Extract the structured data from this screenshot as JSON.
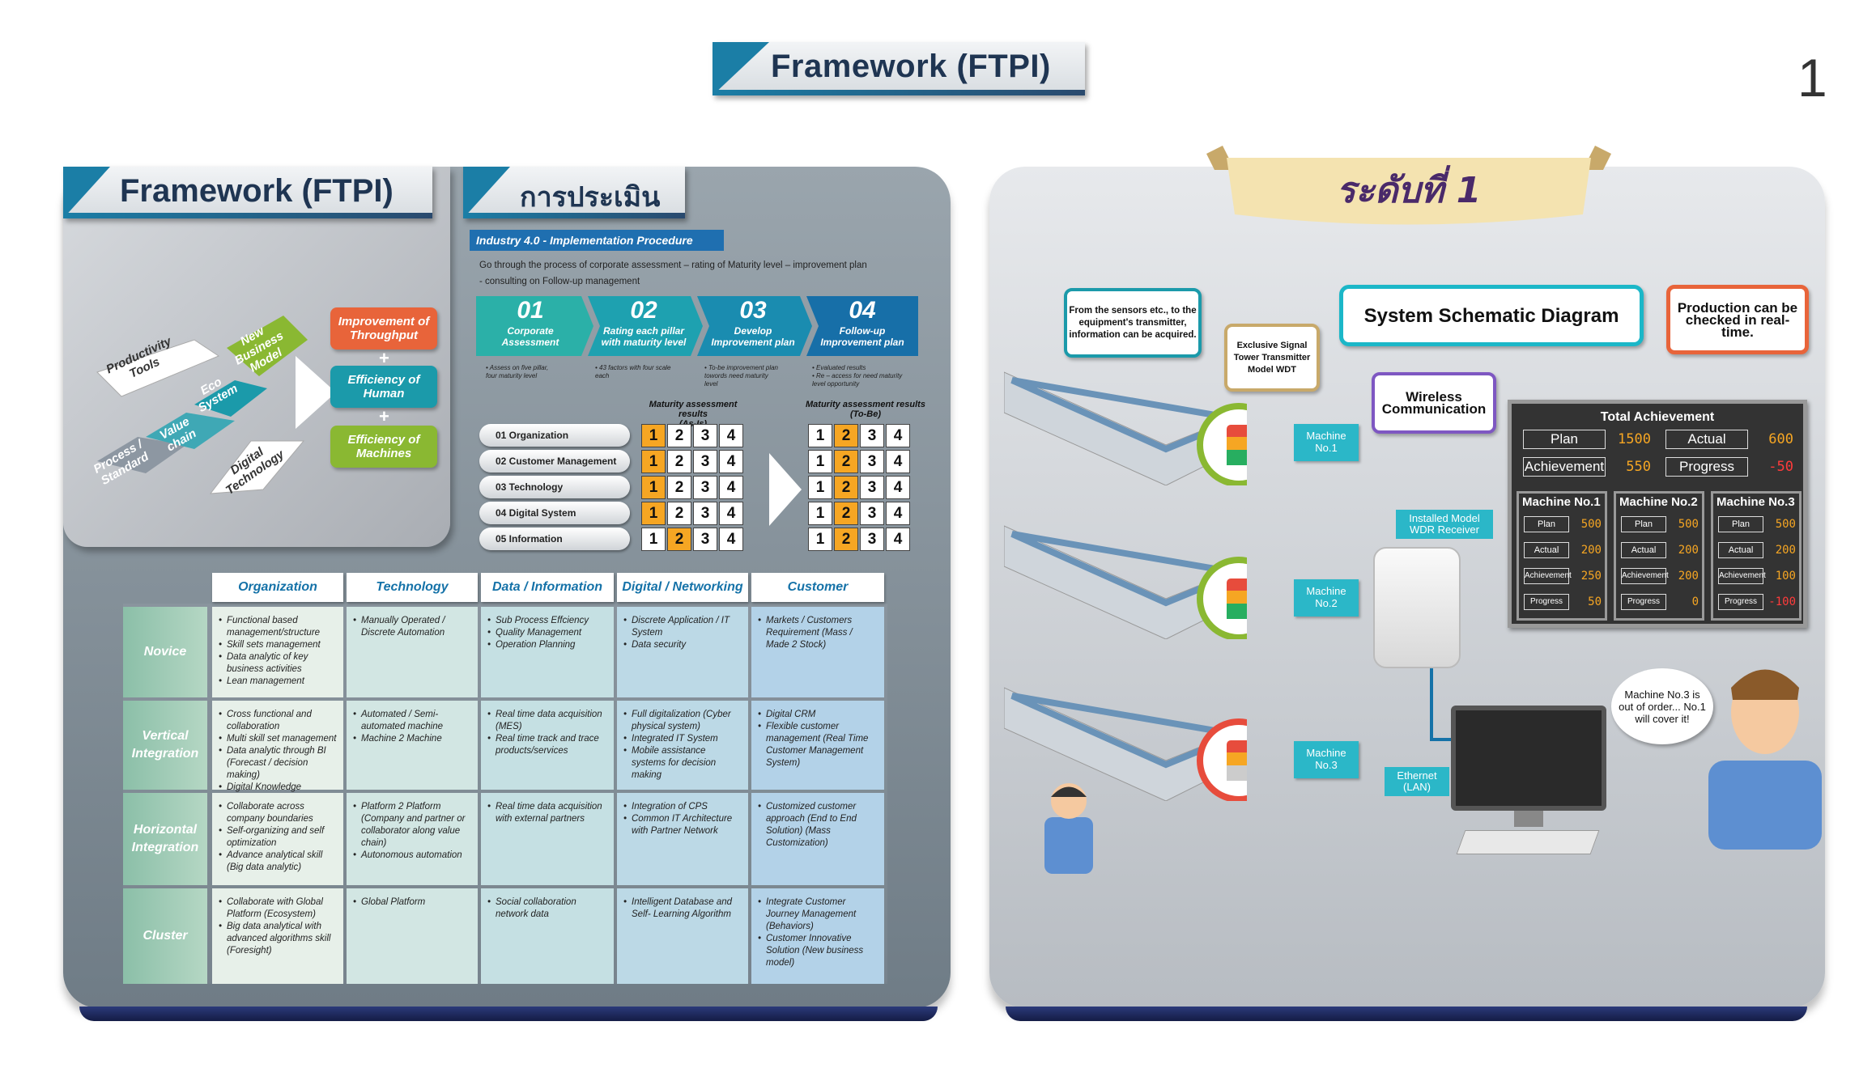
{
  "page": {
    "title": "Framework (FTPI)",
    "number": "1"
  },
  "left": {
    "card_title": "Framework (FTPI)",
    "stairs": [
      "Process / Standard",
      "Value chain",
      "Eco System",
      "New Business Model"
    ],
    "arrows": [
      "Productivity Tools",
      "Digital Technology"
    ],
    "outcomes": [
      "Improvement of Throughput",
      "Efficiency of Human",
      "Efficiency of Machines"
    ],
    "plus": "+",
    "assess_title": "การประเมิน",
    "subtitle": "Industry 4.0 - Implementation Procedure",
    "desc_line1": "Go through the process of corporate assessment – rating of Maturity level – improvement plan",
    "desc_line2": "- consulting on Follow-up management",
    "steps": [
      {
        "n": "01",
        "t1": "Corporate",
        "t2": "Assessment",
        "note1": "• Assess on five pillar,",
        "note2": "four maturity level",
        "note3": ""
      },
      {
        "n": "02",
        "t1": "Rating each pillar",
        "t2": "with maturity level",
        "note1": "• 43 factors with four scale",
        "note2": "each",
        "note3": ""
      },
      {
        "n": "03",
        "t1": "Develop",
        "t2": "Improvement plan",
        "note1": "• To-be improvement plan",
        "note2": "towords need maturity",
        "note3": "level"
      },
      {
        "n": "04",
        "t1": "Follow-up",
        "t2": "Improvement plan",
        "note1": "• Evaluated results",
        "note2": "• Re – access for need maturity",
        "note3": "level opportunity"
      }
    ],
    "asis_head": "Maturity assessment results",
    "asis_sub": "(As-Is)",
    "tobe_head": "Maturity assessment results",
    "tobe_sub": "(To-Be)",
    "pillars": [
      "01 Organization",
      "02 Customer Management",
      "03 Technology",
      "04 Digital System",
      "05 Information"
    ],
    "levels": [
      "1",
      "2",
      "3",
      "4"
    ],
    "asis_hl": [
      1,
      1,
      1,
      1,
      2
    ],
    "tobe_hl": [
      2,
      2,
      2,
      2,
      2
    ],
    "columns": [
      "Organization",
      "Technology",
      "Data / Information",
      "Digital / Networking",
      "Customer"
    ],
    "rows": [
      "Novice",
      "Vertical Integration",
      "Horizontal Integration",
      "Cluster"
    ],
    "grid": [
      [
        [
          "Functional based management/structure",
          "Skill sets management",
          "Data analytic of key business activities",
          "Lean management"
        ],
        [
          "Manually Operated / Discrete Automation"
        ],
        [
          "Sub Process Effciency",
          "Quality Management",
          "Operation Planning"
        ],
        [
          "Discrete Application / IT System",
          "Data security"
        ],
        [
          "Markets / Customers Requirement (Mass / Made 2 Stock)"
        ]
      ],
      [
        [
          "Cross functional and collaboration",
          "Multi skill set management",
          "Data analytic through BI (Forecast / decision making)",
          "Digital Knowledge"
        ],
        [
          "Automated / Semi-automated machine",
          "Machine 2 Machine"
        ],
        [
          "Real time data acquisition (MES)",
          "Real time track and trace products/services"
        ],
        [
          "Full digitalization (Cyber physical system)",
          "Integrated IT System",
          "Mobile assistance systems for decision making"
        ],
        [
          "Digital CRM",
          "Flexible customer management (Real Time Customer Management System)"
        ]
      ],
      [
        [
          "Collaborate across company boundaries",
          "Self-organizing and self optimization",
          "Advance analytical skill (Big data analytic)"
        ],
        [
          "Platform 2 Platform (Company and partner or collaborator along value chain)",
          "Autonomous automation"
        ],
        [
          "Real time data acquisition with external partners"
        ],
        [
          "Integration of CPS",
          "Common IT Architecture with Partner Network"
        ],
        [
          "Customized customer approach (End to End Solution) (Mass Customization)"
        ]
      ],
      [
        [
          "Collaborate with Global Platform (Ecosystem)",
          "Big data analytical with advanced algorithms skill (Foresight)"
        ],
        [
          "Global Platform"
        ],
        [
          "Social collaboration network data"
        ],
        [
          "Intelligent Database and Self- Learning Algorithm"
        ],
        [
          "Integrate Customer Journey Management (Behaviors)",
          "Customer Innovative Solution (New business model)"
        ]
      ]
    ]
  },
  "right": {
    "level_title": "ระดับที่ 1",
    "callout_sensors": "From the sensors etc., to the equipment's transmitter, information can be acquired.",
    "callout_tower": "Exclusive Signal Tower Transmitter Model WDT",
    "callout_schematic": "System Schematic Diagram",
    "callout_production": "Production can be checked in real-time.",
    "callout_wireless": "Wireless Communication",
    "callout_receiver": "Installed Model WDR Receiver",
    "callout_ethernet": "Ethernet (LAN)",
    "speech": "Machine No.3 is out of order... No.1 will cover it!",
    "machines": [
      "Machine No.1",
      "Machine No.2",
      "Machine No.3"
    ],
    "board": {
      "title": "Total Achievement",
      "plan_label": "Plan",
      "plan": "1500",
      "actual_label": "Actual",
      "actual": "600",
      "ach_label": "Achievement",
      "ach": "550",
      "prog_label": "Progress",
      "prog": "-50",
      "units": [
        {
          "name": "Machine No.1",
          "plan": "500",
          "actual": "200",
          "ach": "250",
          "prog": "50"
        },
        {
          "name": "Machine No.2",
          "plan": "500",
          "actual": "200",
          "ach": "200",
          "prog": "0"
        },
        {
          "name": "Machine No.3",
          "plan": "500",
          "actual": "200",
          "ach": "100",
          "prog": "-100"
        }
      ]
    }
  },
  "colors": {
    "teal": "#1b9aaa",
    "navy": "#1f3552",
    "orange": "#e8643a",
    "green": "#8ab832",
    "highlight": "#f6a623"
  }
}
